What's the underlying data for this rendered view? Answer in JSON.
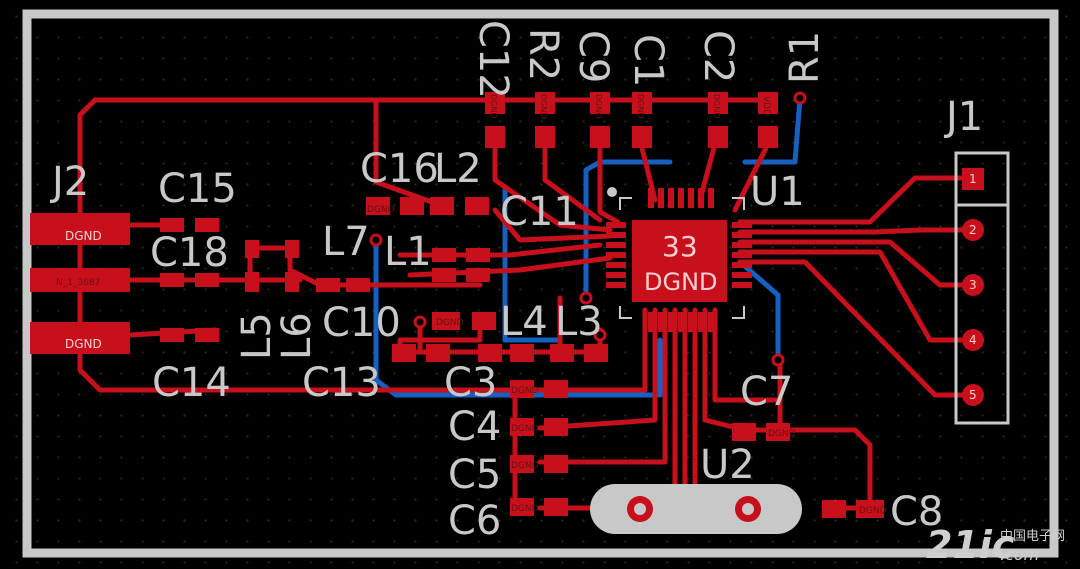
{
  "colors": {
    "background": "#000000",
    "board_outline": "#c8c8c8",
    "top_copper": "#c8101c",
    "bottom_copper": "#1560c0",
    "silkscreen": "#c8c8c8",
    "pad_text": "#6b1010"
  },
  "board": {
    "labels": {
      "J1": "J1",
      "J2": "J2",
      "U1": "U1",
      "U2": "U2",
      "C1": "C1",
      "C2": "C2",
      "C3": "C3",
      "C4": "C4",
      "C5": "C5",
      "C6": "C6",
      "C7": "C7",
      "C8": "C8",
      "C9": "C9",
      "C10": "C10",
      "C11": "C11",
      "C12": "C12",
      "C13": "C13",
      "C14": "C14",
      "C15": "C15",
      "C16": "C16",
      "C18": "C18",
      "L1": "L1",
      "L2": "L2",
      "L3": "L3",
      "L4": "L4",
      "L5": "L5",
      "L6": "L6",
      "L7": "L7",
      "R1": "R1",
      "R2": "R2"
    },
    "pad_text": {
      "dgnd": "DGND",
      "vdd": "VDD",
      "j2_center": "N_1_3687",
      "u1_pad": "33",
      "u1_net": "DGND",
      "pin1": "1",
      "pin2": "2",
      "pin3": "3",
      "pin4": "4",
      "pin5": "5"
    }
  },
  "watermark": {
    "logo": "21ic",
    "cn": "中国电子网",
    "domain": ".com"
  }
}
